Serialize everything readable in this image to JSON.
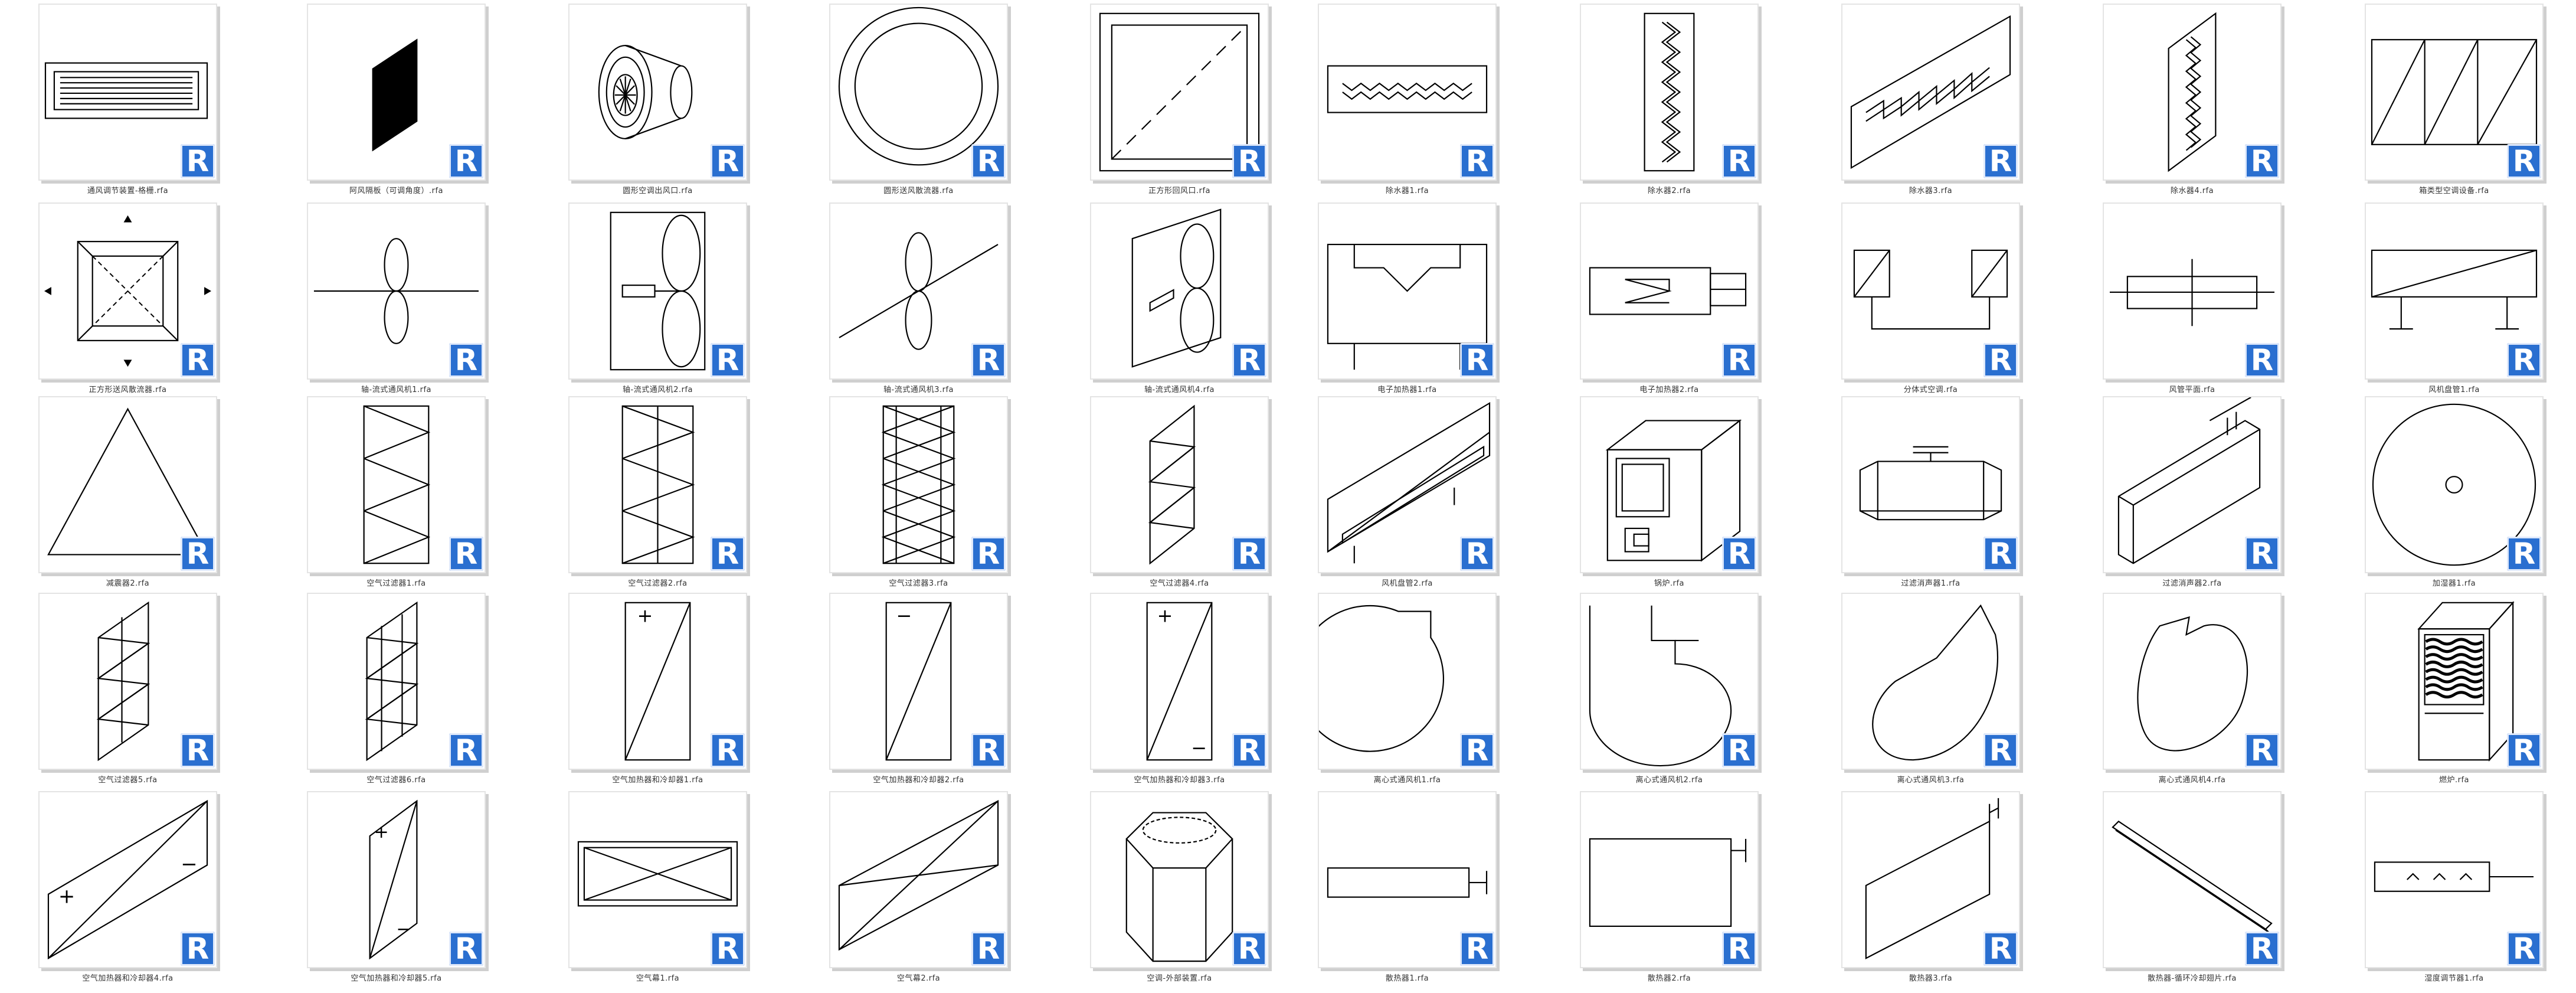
{
  "badge_letter": "R",
  "colors": {
    "badge": "#2a6fd0",
    "border": "#e4e4e4",
    "shadow": "#cfcfcf",
    "line": "#000000"
  },
  "items": [
    {
      "label": "通风调节装置-格栅.rfa",
      "icon": "grille-icon"
    },
    {
      "label": "阿风隔板（可调角度）.rfa",
      "icon": "damper-blade-icon"
    },
    {
      "label": "圆形空调出风口.rfa",
      "icon": "round-nozzle-icon"
    },
    {
      "label": "圆形送风散流器.rfa",
      "icon": "round-diffuser-icon"
    },
    {
      "label": "正方形回风口.rfa",
      "icon": "square-return-icon"
    },
    {
      "label": "除水器1.rfa",
      "icon": "eliminator-1-icon"
    },
    {
      "label": "除水器2.rfa",
      "icon": "eliminator-2-icon"
    },
    {
      "label": "除水器3.rfa",
      "icon": "eliminator-3-icon"
    },
    {
      "label": "除水器4.rfa",
      "icon": "eliminator-4-icon"
    },
    {
      "label": "箱类型空调设备.rfa",
      "icon": "ac-unit-icon"
    },
    {
      "label": "正方形送风散流器.rfa",
      "icon": "square-diffuser-icon"
    },
    {
      "label": "轴-流式通风机1.rfa",
      "icon": "axial-fan-1-icon"
    },
    {
      "label": "轴-流式通风机2.rfa",
      "icon": "axial-fan-2-icon"
    },
    {
      "label": "轴-流式通风机3.rfa",
      "icon": "axial-fan-3-icon"
    },
    {
      "label": "轴-流式通风机4.rfa",
      "icon": "axial-fan-4-icon"
    },
    {
      "label": "电子加热器1.rfa",
      "icon": "electric-heater-1-icon"
    },
    {
      "label": "电子加热器2.rfa",
      "icon": "electric-heater-2-icon"
    },
    {
      "label": "分体式空调.rfa",
      "icon": "split-ac-icon"
    },
    {
      "label": "风管平面.rfa",
      "icon": "duct-plane-icon"
    },
    {
      "label": "风机盘管1.rfa",
      "icon": "fan-coil-1-icon"
    },
    {
      "label": "减震器2.rfa",
      "icon": "triangle-icon"
    },
    {
      "label": "空气过滤器1.rfa",
      "icon": "air-filter-1-icon"
    },
    {
      "label": "空气过滤器2.rfa",
      "icon": "air-filter-2-icon"
    },
    {
      "label": "空气过滤器3.rfa",
      "icon": "air-filter-3-icon"
    },
    {
      "label": "空气过滤器4.rfa",
      "icon": "air-filter-4-icon"
    },
    {
      "label": "风机盘管2.rfa",
      "icon": "fan-coil-2-icon"
    },
    {
      "label": "锅炉.rfa",
      "icon": "boiler-icon"
    },
    {
      "label": "过滤消声器1.rfa",
      "icon": "silencer-1-icon"
    },
    {
      "label": "过滤消声器2.rfa",
      "icon": "silencer-2-icon"
    },
    {
      "label": "加湿器1.rfa",
      "icon": "humidifier-icon"
    },
    {
      "label": "空气过滤器5.rfa",
      "icon": "air-filter-5-icon"
    },
    {
      "label": "空气过滤器6.rfa",
      "icon": "air-filter-6-icon"
    },
    {
      "label": "空气加热器和冷却器1.rfa",
      "icon": "heater-cooler-1-icon"
    },
    {
      "label": "空气加热器和冷却器2.rfa",
      "icon": "heater-cooler-2-icon"
    },
    {
      "label": "空气加热器和冷却器3.rfa",
      "icon": "heater-cooler-3-icon"
    },
    {
      "label": "离心式通风机1.rfa",
      "icon": "centrifugal-fan-1-icon"
    },
    {
      "label": "离心式通风机2.rfa",
      "icon": "centrifugal-fan-2-icon"
    },
    {
      "label": "离心式通风机3.rfa",
      "icon": "centrifugal-fan-3-icon"
    },
    {
      "label": "离心式通风机4.rfa",
      "icon": "centrifugal-fan-4-icon"
    },
    {
      "label": "燃炉.rfa",
      "icon": "furnace-icon"
    },
    {
      "label": "空气加热器和冷却器4.rfa",
      "icon": "heater-cooler-4-icon"
    },
    {
      "label": "空气加热器和冷却器5.rfa",
      "icon": "heater-cooler-5-icon"
    },
    {
      "label": "空气幕1.rfa",
      "icon": "air-curtain-1-icon"
    },
    {
      "label": "空气幕2.rfa",
      "icon": "air-curtain-2-icon"
    },
    {
      "label": "空调-外部装置.rfa",
      "icon": "outdoor-unit-icon"
    },
    {
      "label": "散热器1.rfa",
      "icon": "radiator-1-icon"
    },
    {
      "label": "散热器2.rfa",
      "icon": "radiator-2-icon"
    },
    {
      "label": "散热器3.rfa",
      "icon": "radiator-3-icon"
    },
    {
      "label": "散热器-循环冷却翅片.rfa",
      "icon": "radiator-fin-icon"
    },
    {
      "label": "湿度调节器1.rfa",
      "icon": "humidistat-icon"
    }
  ]
}
